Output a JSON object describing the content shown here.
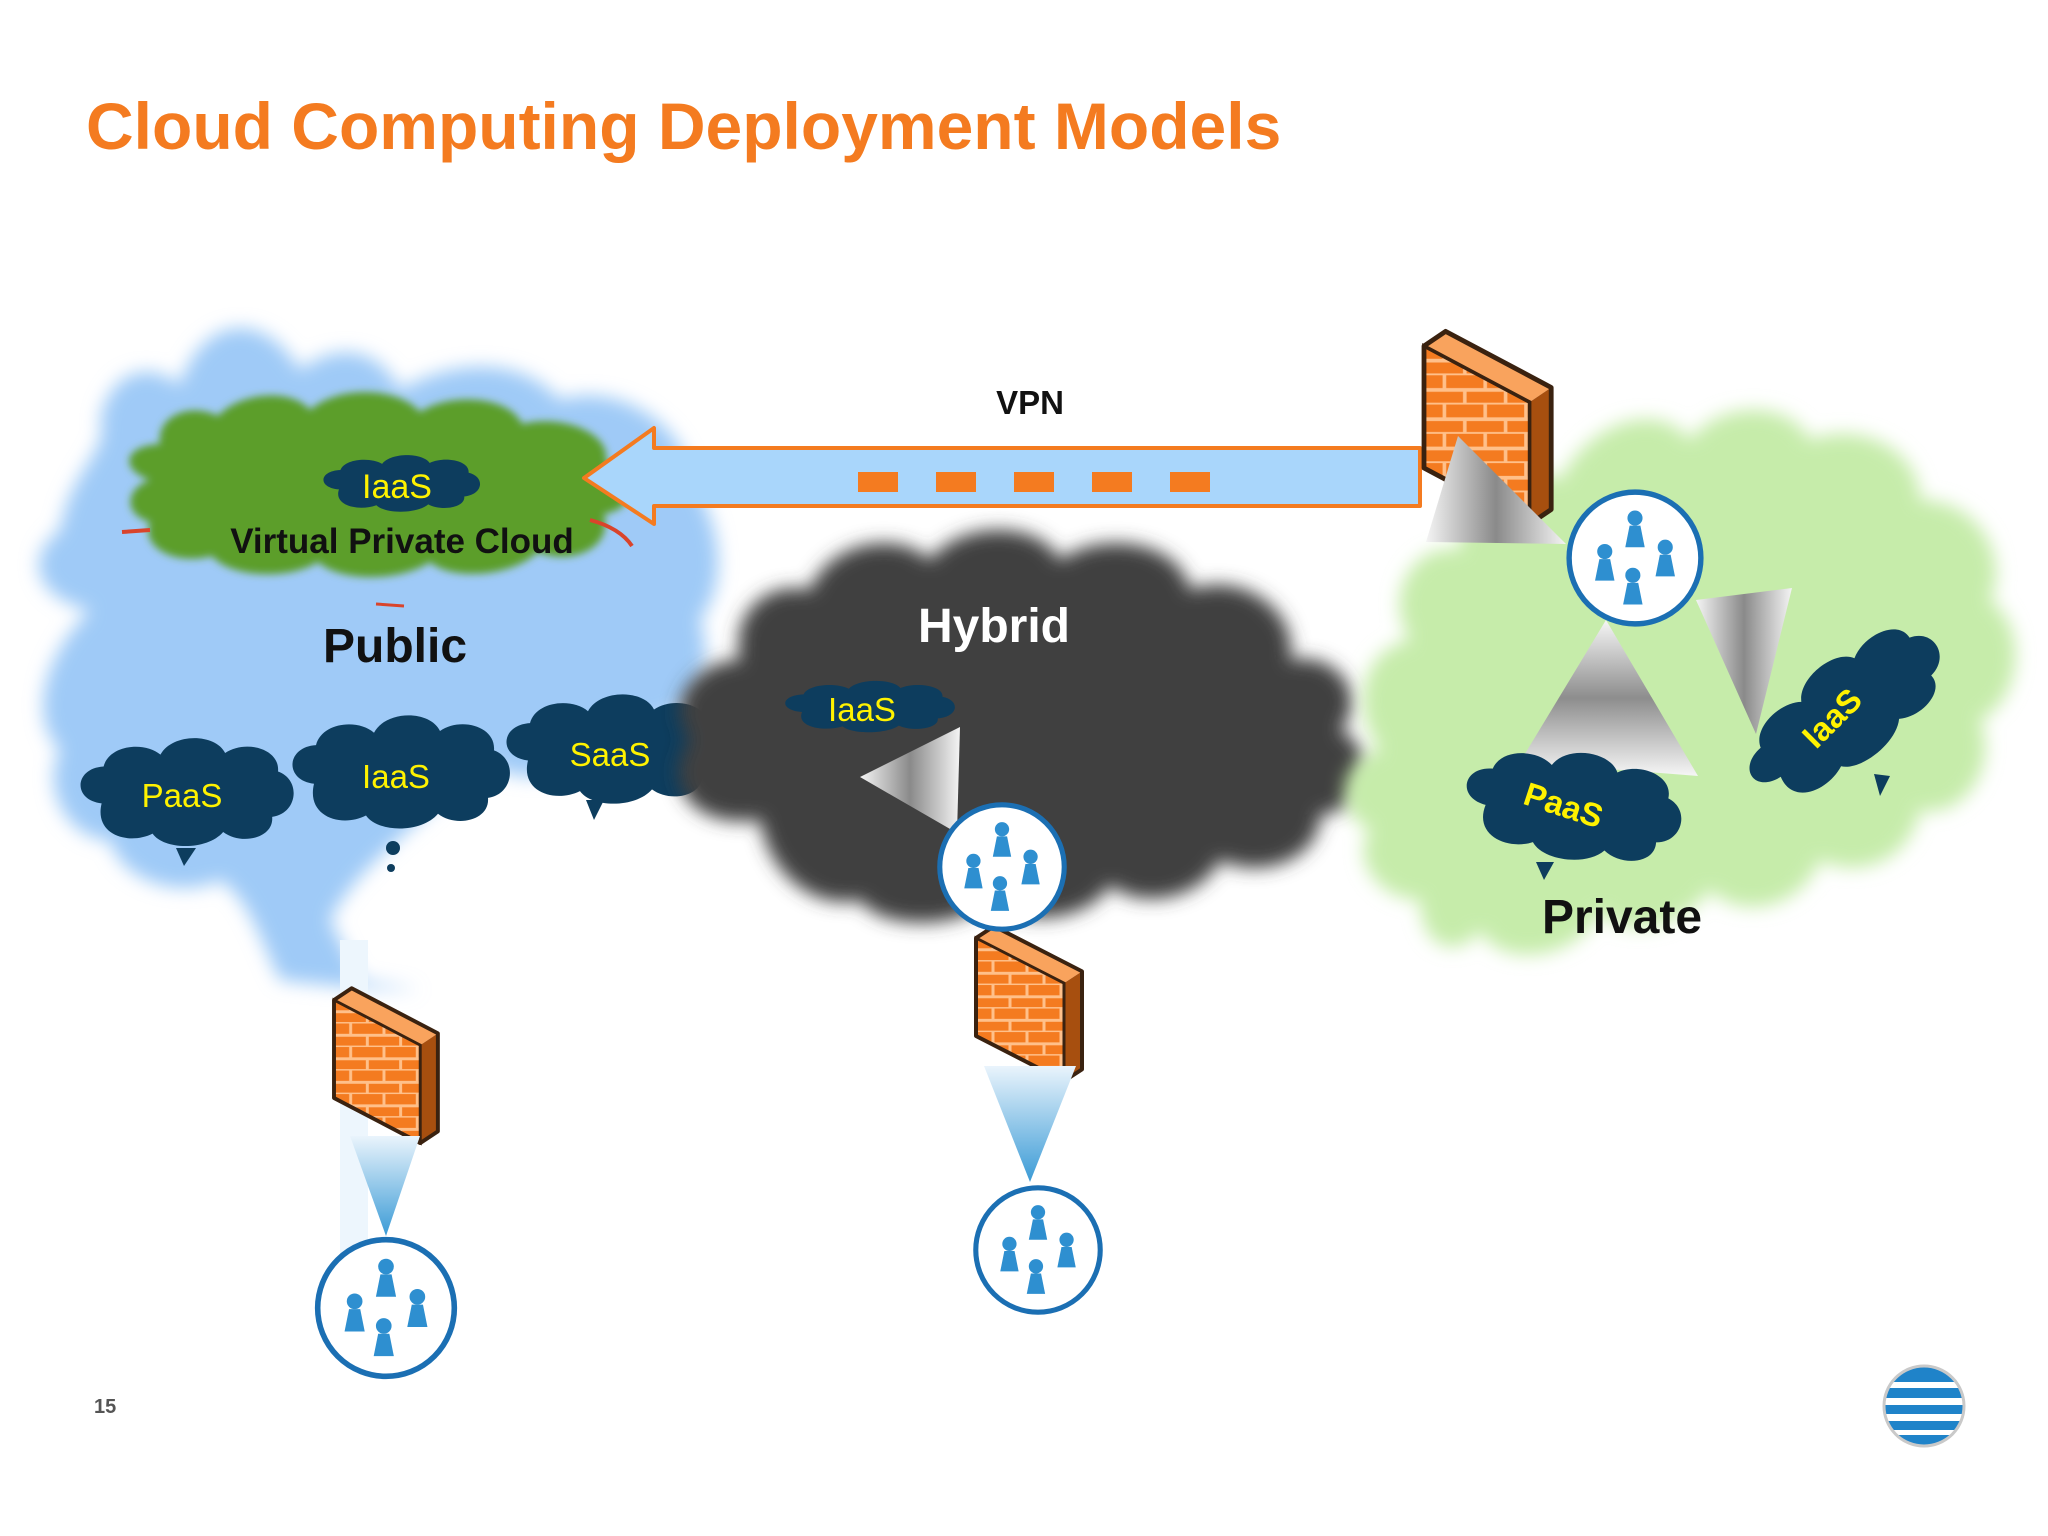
{
  "slide": {
    "title": "Cloud Computing Deployment Models",
    "page_number": "15"
  },
  "colors": {
    "title": "#f47b20",
    "public_cloud": "#9fcaf7",
    "virtual_private_cloud": "#5c9e2a",
    "hybrid_cloud": "#3f3f3f",
    "private_cloud": "#c6ecaa",
    "service_bubble": "#0d3d5e",
    "service_text": "#fff200",
    "firewall": "#f47b20",
    "vpn_arrow": "#a9d6fb",
    "user_icon": "#2e8fd0"
  },
  "clouds": {
    "public": {
      "label": "Public"
    },
    "virtual_private": {
      "label": "Virtual Private Cloud",
      "service": "IaaS"
    },
    "hybrid": {
      "label": "Hybrid",
      "service": "IaaS"
    },
    "private": {
      "label": "Private"
    }
  },
  "public_services": [
    "PaaS",
    "IaaS",
    "SaaS"
  ],
  "private_services": [
    "PaaS",
    "IaaS"
  ],
  "vpn": {
    "label": "VPN"
  },
  "icons": {
    "firewall": "brick-firewall-icon",
    "users": "user-group-icon",
    "logo": "att-globe-logo"
  }
}
